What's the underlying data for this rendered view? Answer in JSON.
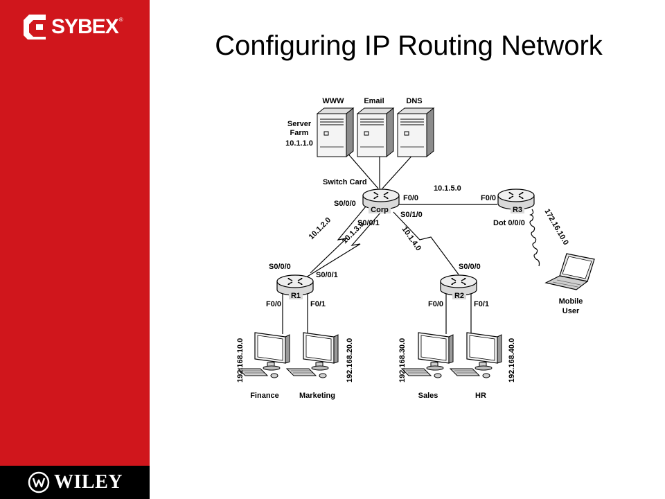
{
  "slide": {
    "title": "Configuring IP Routing Network",
    "brand": "SYBEX",
    "brand_mark": "®",
    "publisher": "WILEY",
    "colors": {
      "sidebar": "#d0161c",
      "footer": "#000000"
    }
  },
  "diagram": {
    "servers": {
      "www": "WWW",
      "email": "Email",
      "dns": "DNS"
    },
    "server_farm": {
      "line1": "Server",
      "line2": "Farm",
      "network": "10.1.1.0"
    },
    "switch_card": "Switch Card",
    "routers": {
      "corp": "Corp",
      "r1": "R1",
      "r2": "R2",
      "r3": "R3"
    },
    "interfaces": {
      "corp_s000": "S0/0/0",
      "corp_s001": "S0/0/1",
      "corp_f00": "F0/0",
      "corp_s10": "S0/1/0",
      "r3_f00": "F0/0",
      "r3_dot": "Dot 0/0/0",
      "r1_s000": "S0/0/0",
      "r1_s001": "S0/0/1",
      "r1_f00": "F0/0",
      "r1_f01": "F0/1",
      "r2_s000": "S0/0/0",
      "r2_f00": "F0/0",
      "r2_f01": "F0/1"
    },
    "networks": {
      "corp_r3": "10.1.5.0",
      "corp_r1_a": "10.1.2.0",
      "corp_r1_b": "10.1.3.0",
      "corp_r2": "10.1.4.0",
      "wireless": "172.16.10.0",
      "finance": "192.168.10.0",
      "marketing": "192.168.20.0",
      "sales": "192.168.30.0",
      "hr": "192.168.40.0"
    },
    "hosts": {
      "finance": "Finance",
      "marketing": "Marketing",
      "sales": "Sales",
      "hr": "HR",
      "mobile_line1": "Mobile",
      "mobile_line2": "User"
    }
  }
}
